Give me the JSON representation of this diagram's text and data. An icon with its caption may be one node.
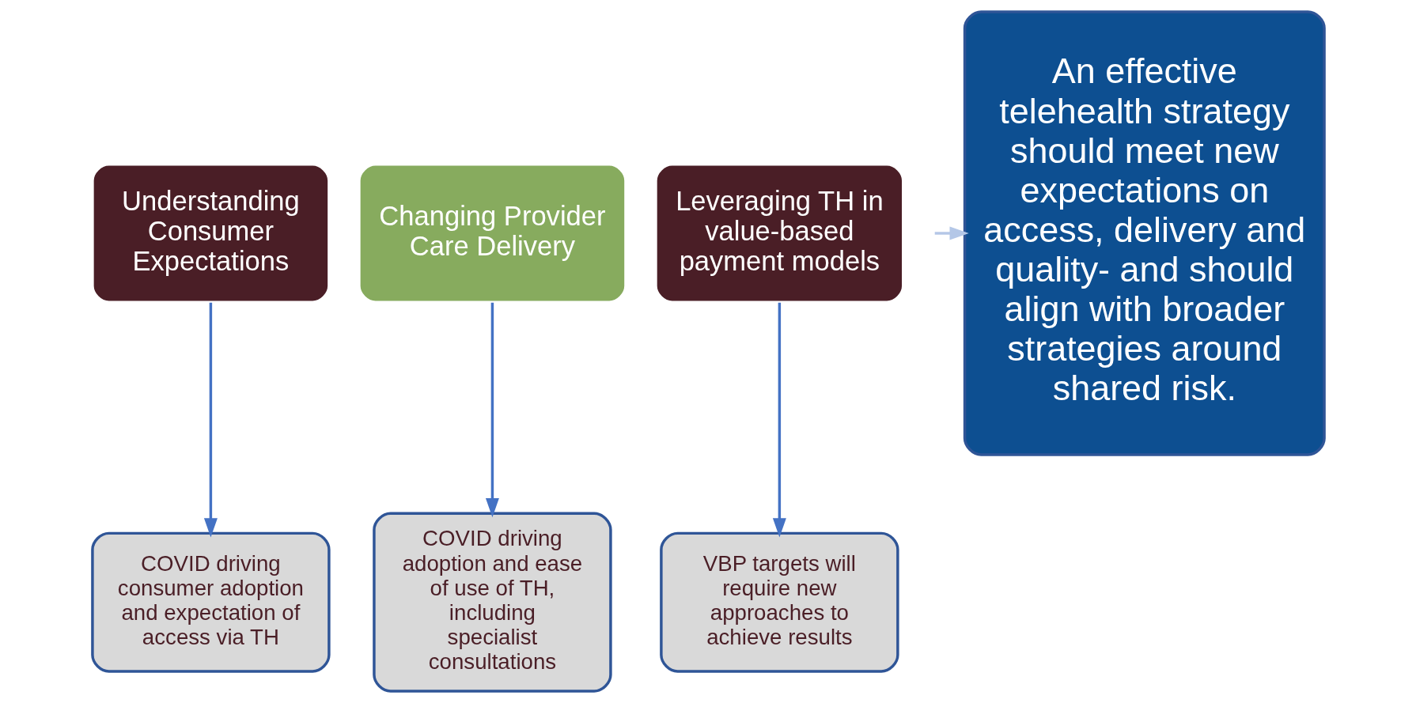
{
  "diagram": {
    "nodes": [
      {
        "text": [
          "Understanding Consumer Expectations"
        ]
      },
      {
        "text": [
          "Changing Provider Care Delivery"
        ]
      },
      {
        "text": [
          "Leveraging TH in value-based payment models"
        ]
      },
      {
        "text": [
          "COVID driving consumer adoption and expectation of access via TH"
        ]
      },
      {
        "text": [
          "COVID driving adoption and ease of use of TH, including specialist consultations"
        ]
      },
      {
        "text": [
          "VBP targets will require new approaches to achieve results"
        ]
      },
      {
        "text": [
          "An effective telehealth strategy should meet new expectations on access, delivery and quality- and should align with broader strategies around shared risk."
        ]
      }
    ],
    "edges": [
      {
        "from": 0,
        "to": 3,
        "arrow": "to"
      },
      {
        "from": 1,
        "to": 4,
        "arrow": "to"
      },
      {
        "from": 2,
        "to": 5,
        "arrow": "to"
      },
      {
        "from": null,
        "to": 6,
        "arrow": "to",
        "color": "#b4c7e7"
      }
    ]
  }
}
